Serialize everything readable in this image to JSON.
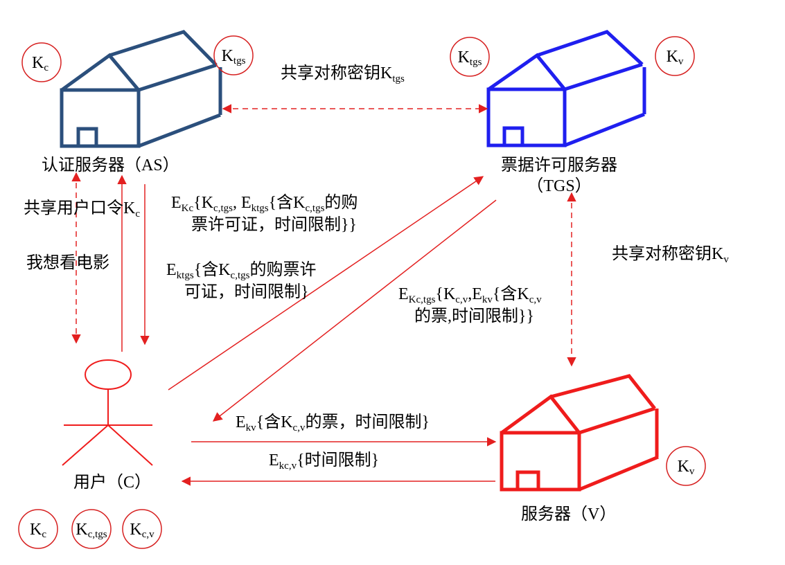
{
  "colors": {
    "as_house": "#2b4f7c",
    "tgs_house": "#1f1fef",
    "server_house": "#ef1c1c",
    "arrow": "#e32020",
    "key_circle": "#d62020",
    "text": "#000000"
  },
  "nodes": {
    "as_label": "认证服务器（AS）",
    "tgs_label_1": "票据许可服务器",
    "tgs_label_2": "（TGS）",
    "user_label": "用户（C）",
    "server_label": "服务器（V）"
  },
  "keys": {
    "as_kc": {
      "base": "K",
      "sub": "c"
    },
    "as_ktgs": {
      "base": "K",
      "sub": "tgs"
    },
    "tgs_ktgs": {
      "base": "K",
      "sub": "tgs"
    },
    "tgs_kv": {
      "base": "K",
      "sub": "v"
    },
    "server_kv": {
      "base": "K",
      "sub": "v"
    },
    "user_kc": {
      "base": "K",
      "sub": "c"
    },
    "user_kctgs": {
      "base": "K",
      "sub": "c,tgs"
    },
    "user_kcv": {
      "base": "K",
      "sub": "c,v"
    }
  },
  "edges": {
    "as_tgs_shared": {
      "prefix": "共享对称密钥K",
      "sub": "tgs"
    },
    "tgs_server_shared": {
      "prefix": "共享对称密钥K",
      "sub": "v"
    },
    "user_as_shared": {
      "prefix": "共享用户口令K",
      "sub": "c"
    },
    "want_movie": "我想看电影",
    "as_reply": {
      "l1_e": "E",
      "l1_esub": "Kc",
      "l1_a": "{K",
      "l1_asub": "c,tgs",
      "l1_b": ", E",
      "l1_bsub": "ktgs",
      "l1_c": "{含K",
      "l1_csub": "c,tgs",
      "l1_d": "的购",
      "line2": "票许可证，时间限制}}"
    },
    "ticket_to_tgs": {
      "l1_e": "E",
      "l1_esub": "ktgs",
      "l1_a": "{含K",
      "l1_asub": "c,tgs",
      "l1_b": "的购票许",
      "line2": "可证，时间限制}"
    },
    "tgs_reply": {
      "l1_e": "E",
      "l1_esub": "Kc,tgs",
      "l1_a": "{K",
      "l1_asub": "c,v",
      "l1_b": ",E",
      "l1_bsub": "kv",
      "l1_c": "{含K",
      "l1_csub": "c,v",
      "line2": "的票,时间限制}}"
    },
    "ticket_to_server": {
      "e": "E",
      "esub": "kv",
      "a": "{含K",
      "asub": "c,v",
      "b": "的票，时间限制}"
    },
    "server_reply": {
      "e": "E",
      "esub": "kc,v",
      "a": "{时间限制}"
    }
  }
}
